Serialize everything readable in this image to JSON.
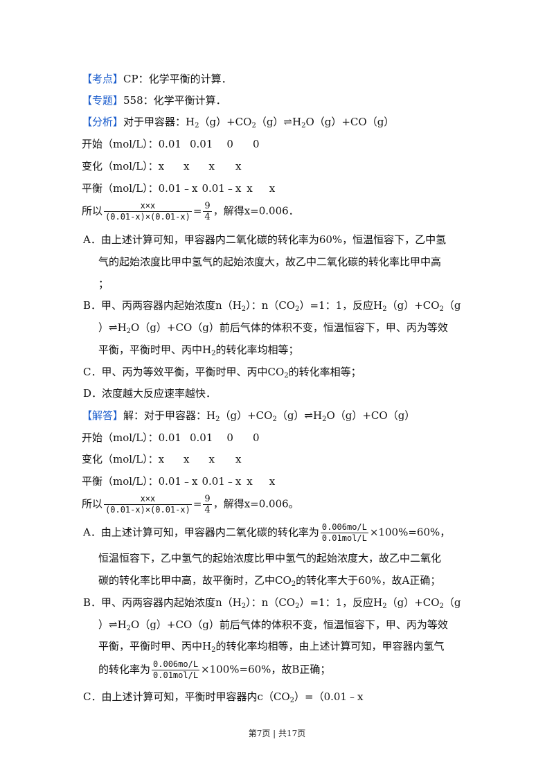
{
  "kaodian": {
    "tag": "【考点】",
    "text": "CP：化学平衡的计算．"
  },
  "zhuanti": {
    "tag": "【专题】",
    "text": "558：化学平衡计算．"
  },
  "analysis": {
    "tag": "【分析】",
    "lead": "对于甲容器：H",
    "eq": {
      "p1": "（g）+CO",
      "p2": "（g）⇌H",
      "p3": "O（g）+CO（g）"
    },
    "start": {
      "label": "开始（mol/L）：",
      "v": [
        "0.01",
        "0.01",
        "0",
        "0"
      ]
    },
    "change": {
      "label": "变化（mol/L）：",
      "v": [
        "x",
        "x",
        "x",
        "x"
      ]
    },
    "balance": {
      "label": "平衡（mol/L）：",
      "v": [
        "0.01﹣x",
        "0.01﹣x",
        "x",
        "x"
      ]
    },
    "solve": {
      "pre": "所以",
      "num": "x×x",
      "den": "(0.01-x)×(0.01-x)",
      "eq": "=",
      "rnum": "9",
      "rden": "4",
      "post": "，解得x=0.006．"
    },
    "A": [
      "A．由上述计算可知，甲容器内二氧化碳的转化率为60%，恒温恒容下，乙中氢",
      "气的起始浓度比甲中氢气的起始浓度大，故乙中二氧化碳的转化率比甲中高",
      "；"
    ],
    "B1": "B．甲、丙两容器内起始浓度n（H",
    "B1b": "）：n（CO",
    "B1c": "）=1：1，反应H",
    "B1d": "（g）+CO",
    "B1e": "（g",
    "B2a": "）⇌H",
    "B2b": "O（g）+CO（g）前后气体的体积不变，恒温恒容下，甲、丙为等效",
    "B3a": "平衡，平衡时甲、丙中H",
    "B3b": "的转化率均相等；",
    "C1a": "C．甲、丙为等效平衡，平衡时甲、丙中CO",
    "C1b": "的转化率相等；",
    "D": "D．浓度越大反应速率越快．"
  },
  "answer": {
    "tag": "【解答】",
    "lead": "解：对于甲容器：H",
    "eq": {
      "p1": "（g）+CO",
      "p2": "（g）⇌H",
      "p3": "O（g）+CO（g）"
    },
    "start": {
      "label": "开始（mol/L）：",
      "v": [
        "0.01",
        "0.01",
        "0",
        "0"
      ]
    },
    "change": {
      "label": "变化（mol/L）：",
      "v": [
        "x",
        "x",
        "x",
        "x"
      ]
    },
    "balance": {
      "label": "平衡（mol/L）：",
      "v": [
        "0.01﹣x",
        "0.01﹣x",
        "x",
        "x"
      ]
    },
    "solve": {
      "pre": "所以",
      "num": "x×x",
      "den": "(0.01-x)×(0.01-x)",
      "eq": "=",
      "rnum": "9",
      "rden": "4",
      "post": "，解得x=0.006。"
    },
    "A1pre": "A．由上述计算可知，甲容器内二氧化碳的转化率为",
    "A1num": "0.006mo/L",
    "A1den": "0.01mol/L",
    "A1post": "×100%=60%，",
    "A2": "恒温恒容下，乙中氢气的起始浓度比甲中氢气的起始浓度大，故乙中二氧化",
    "A3a": "碳的转化率比甲中高，故平衡时，乙中CO",
    "A3b": "的转化率大于60%，故A正确；",
    "B1": "B．甲、丙两容器内起始浓度n（H",
    "B1b": "）：n（CO",
    "B1c": "）=1：1，反应H",
    "B1d": "（g）+CO",
    "B1e": "（g",
    "B2a": "）⇌H",
    "B2b": "O（g）+CO（g）前后气体的体积不变，恒温恒容下，甲、丙为等效",
    "B3a": "平衡，平衡时甲、丙中H",
    "B3b": "的转化率均相等，由上述计算可知，甲容器内氢气",
    "B4pre": "的转化率为",
    "B4num": "0.006mo/L",
    "B4den": "0.01mol/L",
    "B4post": "×100%=60%，故B正确；",
    "C1a": "C．由上述计算可知，平衡时甲容器内c（CO",
    "C1b": "）=（0.01﹣x"
  },
  "sub2": "2",
  "footer": "第7页 | 共17页"
}
